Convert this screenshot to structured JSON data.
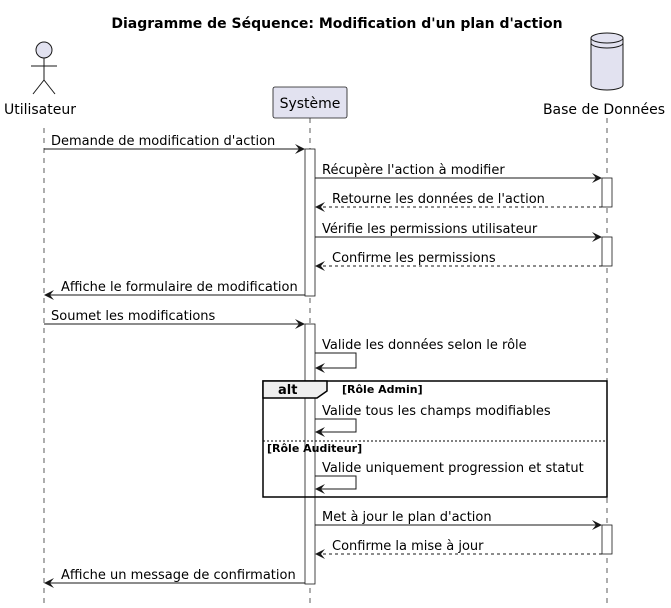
{
  "title": "Diagramme de Séquence: Modification d'un plan d'action",
  "participants": {
    "user": {
      "label": "Utilisateur",
      "kind": "actor"
    },
    "system": {
      "label": "Système",
      "kind": "participant"
    },
    "db": {
      "label": "Base de Données",
      "kind": "database"
    }
  },
  "messages": [
    {
      "from": "user",
      "to": "system",
      "style": "solid",
      "label": "Demande de modification d'action"
    },
    {
      "from": "system",
      "to": "db",
      "style": "solid",
      "label": "Récupère l'action à modifier"
    },
    {
      "from": "db",
      "to": "system",
      "style": "dashed",
      "label": "Retourne les données de l'action"
    },
    {
      "from": "system",
      "to": "db",
      "style": "solid",
      "label": "Vérifie les permissions utilisateur"
    },
    {
      "from": "db",
      "to": "system",
      "style": "dashed",
      "label": "Confirme les permissions"
    },
    {
      "from": "system",
      "to": "user",
      "style": "solid",
      "label": "Affiche le formulaire de modification"
    },
    {
      "from": "user",
      "to": "system",
      "style": "solid",
      "label": "Soumet les modifications"
    },
    {
      "from": "system",
      "to": "system",
      "style": "self",
      "label": "Valide les données selon le rôle"
    },
    {
      "from": "system",
      "to": "system",
      "style": "self",
      "label": "Valide tous les champs modifiables"
    },
    {
      "from": "system",
      "to": "system",
      "style": "self",
      "label": "Valide uniquement progression et statut"
    },
    {
      "from": "system",
      "to": "db",
      "style": "solid",
      "label": "Met à jour le plan d'action"
    },
    {
      "from": "db",
      "to": "system",
      "style": "dashed",
      "label": "Confirme la mise à jour"
    },
    {
      "from": "system",
      "to": "user",
      "style": "solid",
      "label": "Affiche un message de confirmation"
    }
  ],
  "alt_frame": {
    "keyword": "alt",
    "guard_1": "[Rôle Admin]",
    "guard_2": "[Rôle Auditeur]"
  },
  "colors": {
    "participant_fill": "#e2e2f0",
    "participant_stroke": "#181818",
    "lifeline": "#181818",
    "frame_header_fill": "#eeeeee"
  }
}
